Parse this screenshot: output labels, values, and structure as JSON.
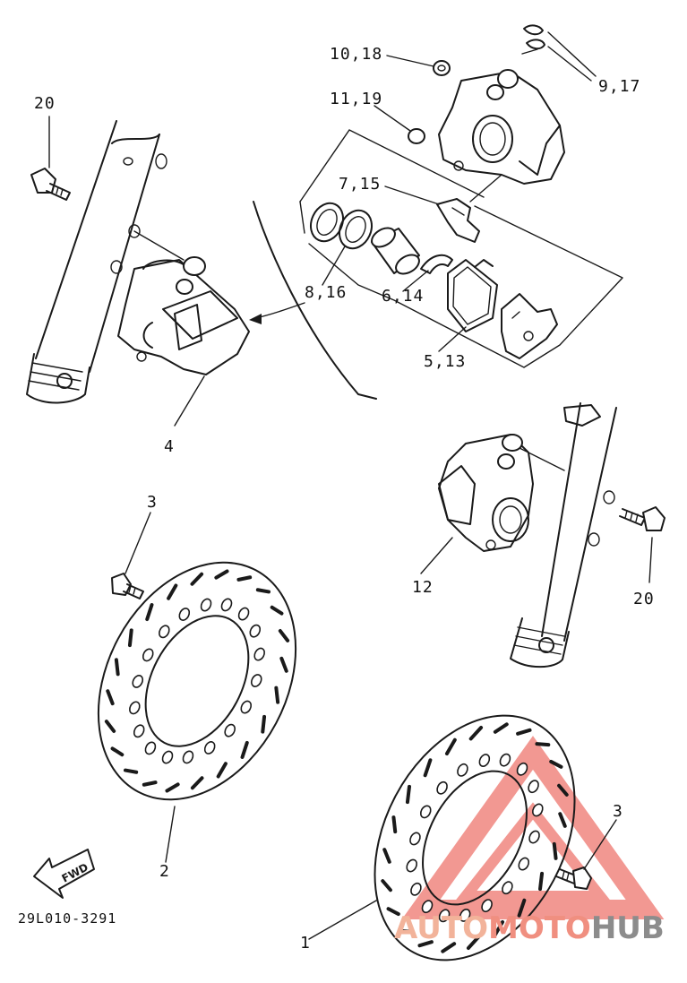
{
  "diagram": {
    "callouts": {
      "c1": "1",
      "c2": "2",
      "c3a": "3",
      "c3b": "3",
      "c4": "4",
      "c5_13": "5,13",
      "c6_14": "6,14",
      "c7_15": "7,15",
      "c8_16": "8,16",
      "c9_17": "9,17",
      "c10_18": "10,18",
      "c11_19": "11,19",
      "c12": "12",
      "c20a": "20",
      "c20b": "20"
    },
    "fwd_arrow_text": "FWD",
    "drawing_code": "29L010-3291"
  },
  "watermark": {
    "part1": "AUTO",
    "part2": "MOTO",
    "part3": "HUB",
    "triangle_color": "#e8443a"
  }
}
